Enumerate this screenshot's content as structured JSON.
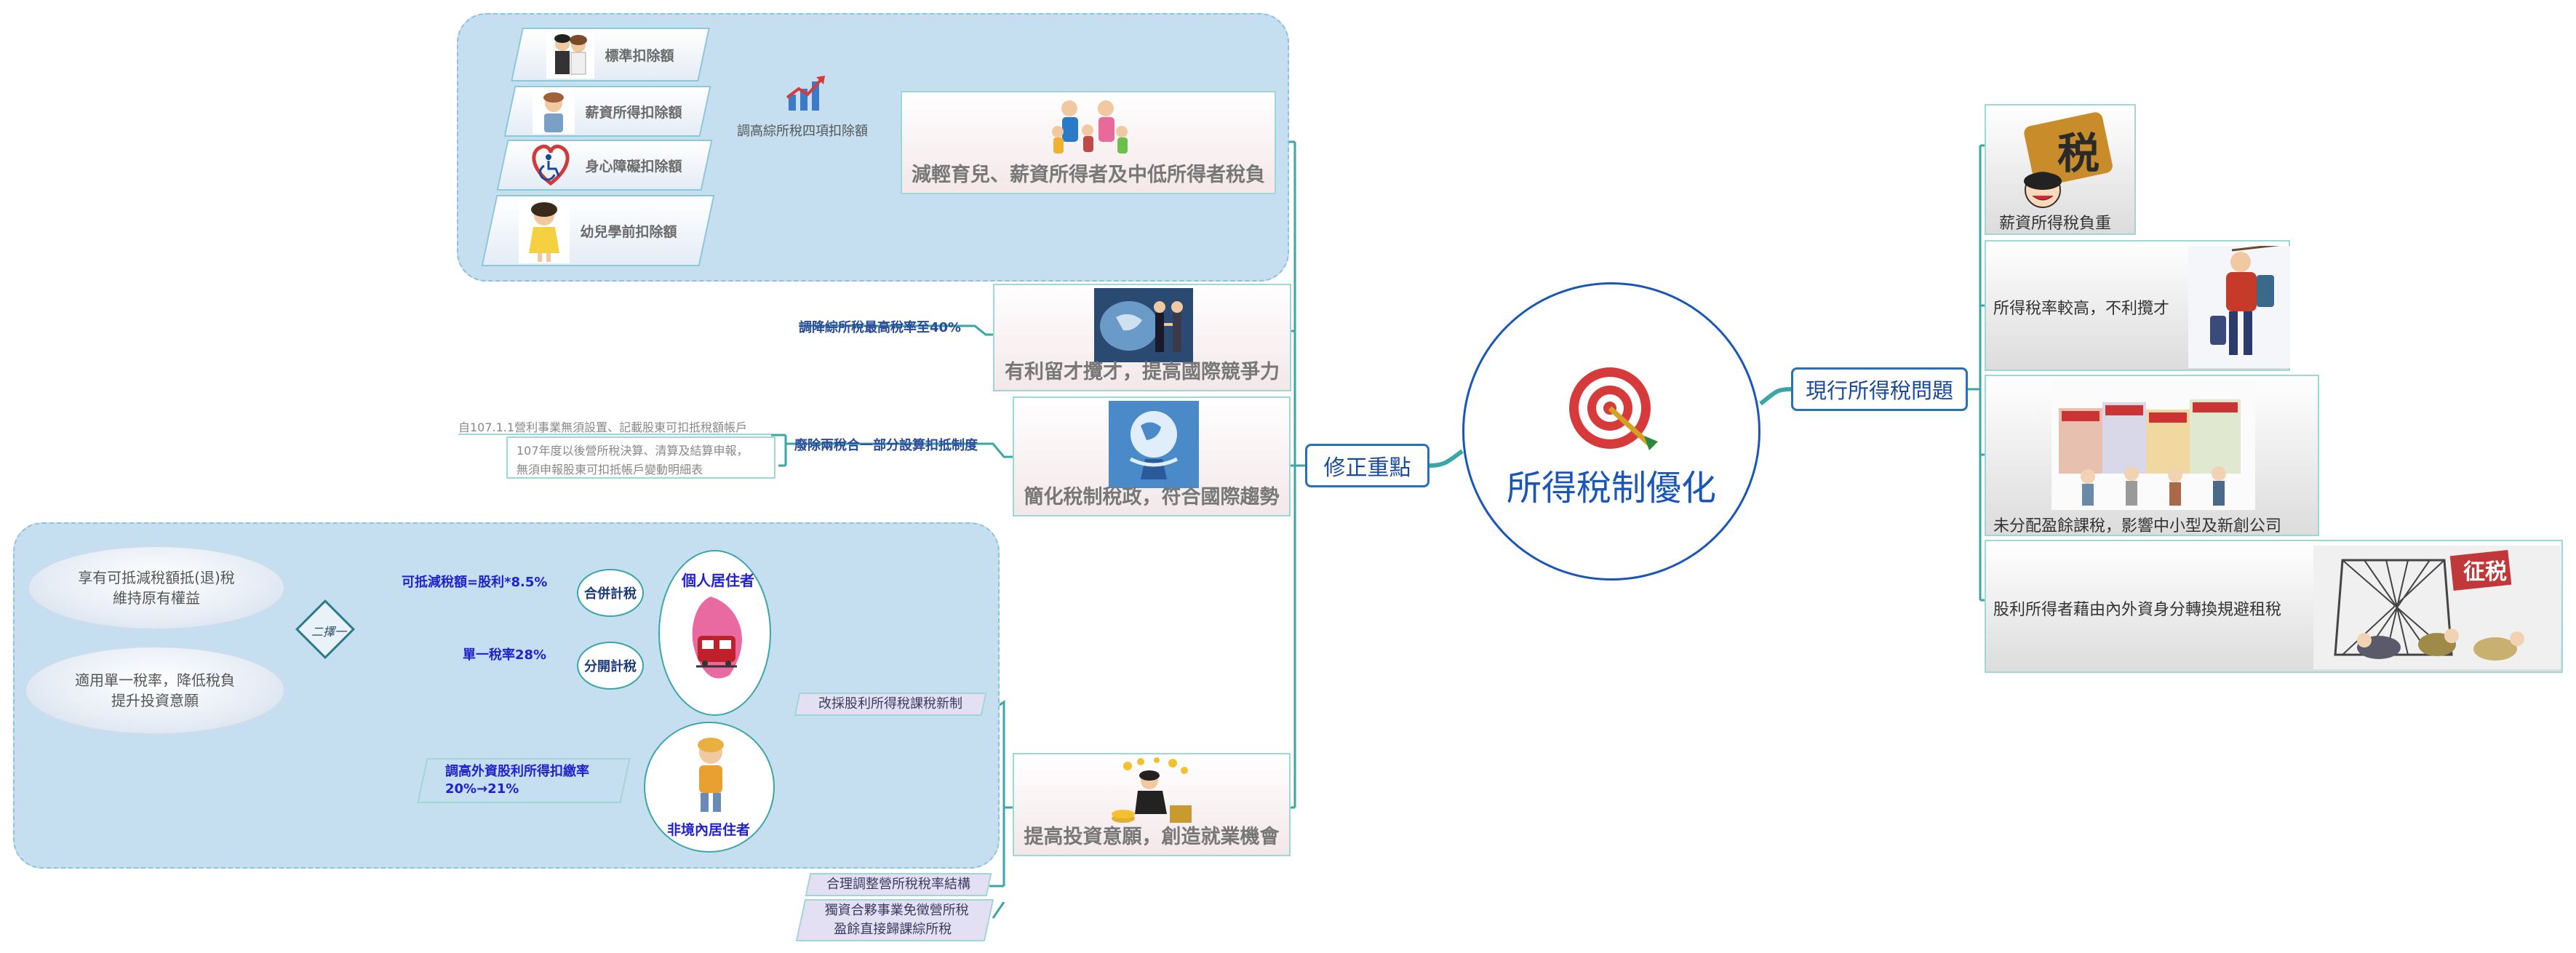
{
  "central": {
    "title": "所得稅制優化"
  },
  "right_branch": {
    "label": "現行所得稅問題",
    "items": [
      {
        "label": "薪資所得稅負重",
        "icon": "tax-burden-icon"
      },
      {
        "label": "所得稅率較高，不利攬才",
        "icon": "traveler-leaving-icon"
      },
      {
        "label": "未分配盈餘課稅，影響中小型及新創公司",
        "icon": "shops-crowd-icon"
      },
      {
        "label": "股利所得者藉由內外資身分轉換規避租稅",
        "icon": "tax-evasion-icon"
      }
    ]
  },
  "left_branch": {
    "label": "修正重點",
    "topics": [
      {
        "label": "減輕育兒、薪資所得者及中低所得者稅負",
        "icon": "family-icon",
        "sub_label": "調高綜所稅四項扣除額",
        "sub_icon": "growth-chart-icon",
        "deductions": [
          {
            "label": "標準扣除額",
            "icon": "couple-icon"
          },
          {
            "label": "薪資所得扣除額",
            "icon": "worker-icon"
          },
          {
            "label": "身心障礙扣除額",
            "icon": "disability-icon"
          },
          {
            "label": "幼兒學前扣除額",
            "icon": "child-icon"
          }
        ]
      },
      {
        "label": "有利留才攬才，提高國際競爭力",
        "icon": "handshake-icon",
        "sub_label": "調降綜所稅最高稅率至40%"
      },
      {
        "label": "簡化稅制稅政，符合國際趨勢",
        "icon": "globe-icon",
        "sub_label": "廢除兩稅合一部分設算扣抵制度",
        "notes": [
          "自107.1.1營利事業無須設置、記載股東可扣抵稅額帳戶",
          "107年度以後營所稅決算、清算及結算申報，",
          "無須申報股東可扣抵帳戶變動明細表"
        ]
      },
      {
        "label": "提高投資意願，創造就業機會",
        "icon": "investment-icon",
        "tags": [
          "改採股利所得稅課稅新制",
          "合理調整營所稅稅率結構",
          "獨資合夥事業免徵營所稅",
          "盈餘直接歸課綜所稅"
        ],
        "resident": {
          "label": "個人居住者",
          "option_combined": "合併計稅",
          "option_combined_rule": "可抵減稅額=股利*8.5%",
          "option_separate": "分開計稅",
          "option_separate_rule": "單一稅率28%",
          "choose_label": "二擇一",
          "cloud_combined": [
            "享有可抵減稅額抵(退)稅",
            "維持原有權益"
          ],
          "cloud_separate": [
            "適用單一稅率，降低稅負",
            "提升投資意願"
          ]
        },
        "nonresident": {
          "label": "非境內居住者",
          "rule": [
            "調高外資股利所得扣繳率",
            "20%→21%"
          ]
        }
      }
    ]
  },
  "colors": {
    "teal_line": "#3aa6a6",
    "central_blue": "#1a56b8",
    "highlight_blue": "#2222cc",
    "cloud_fill": "#c5def0"
  }
}
